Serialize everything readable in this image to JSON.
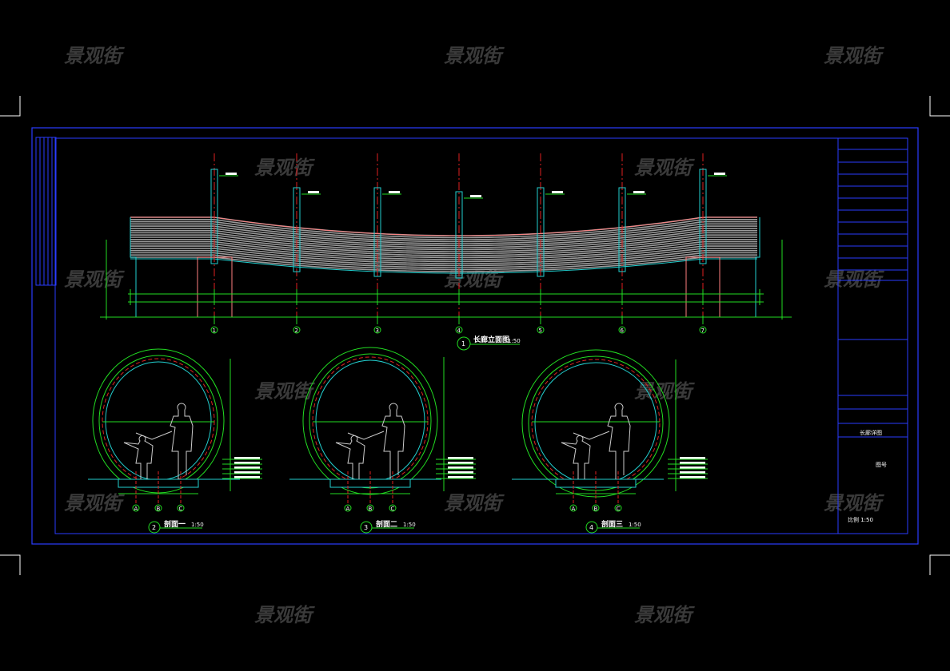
{
  "watermark": "景观街",
  "elevation": {
    "number": "1",
    "title": "长廊立面图",
    "scale": "1:50",
    "axes": [
      "1",
      "2",
      "3",
      "4",
      "5",
      "6",
      "7"
    ]
  },
  "sections": [
    {
      "number": "2",
      "title": "剖面一",
      "scale": "1:50",
      "axes": [
        "A",
        "B",
        "C"
      ]
    },
    {
      "number": "3",
      "title": "剖面二",
      "scale": "1:50",
      "axes": [
        "A",
        "B",
        "C"
      ]
    },
    {
      "number": "4",
      "title": "剖面三",
      "scale": "1:50",
      "axes": [
        "A",
        "B",
        "C"
      ]
    }
  ],
  "title_block": {
    "drawing_name": "长廊详图",
    "sheet_label": "图号",
    "scale_note": "比例 1:50"
  },
  "colors": {
    "frame": "#2a3cff",
    "dim": "#22dd22",
    "axis": "#e02020",
    "outline": "#22d0d0",
    "pink": "#ff8080"
  }
}
